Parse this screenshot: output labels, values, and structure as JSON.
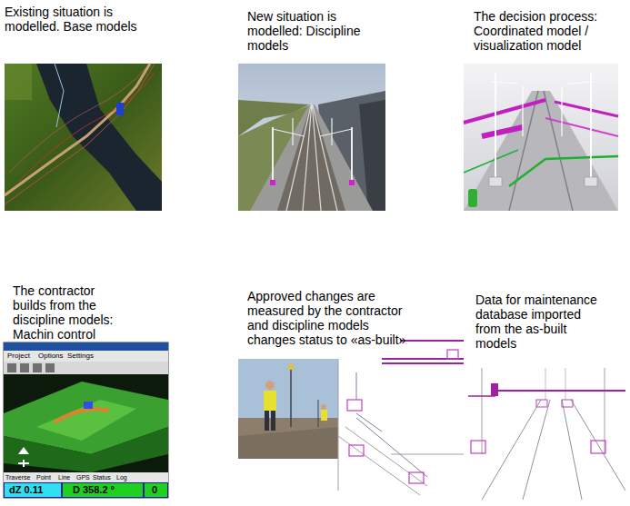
{
  "diagram": {
    "labels": [
      "Existing situation is modelled. Base models",
      "New situation is modelled: Discipline models",
      "The decision process: Coordinated model / visualization model",
      "The contractor builds from the discipline models: Machin control",
      "Approved changes are measured by the contractor and discipline models changes status to «as-built»",
      "Data for maintenance database imported from the as-built models",
      "Project",
      "Options",
      "Settings",
      "Traverse",
      "Point",
      "Line",
      "GPS",
      "Status",
      "Log",
      "dZ 0.11",
      "D 358.2 °",
      "0"
    ]
  }
}
